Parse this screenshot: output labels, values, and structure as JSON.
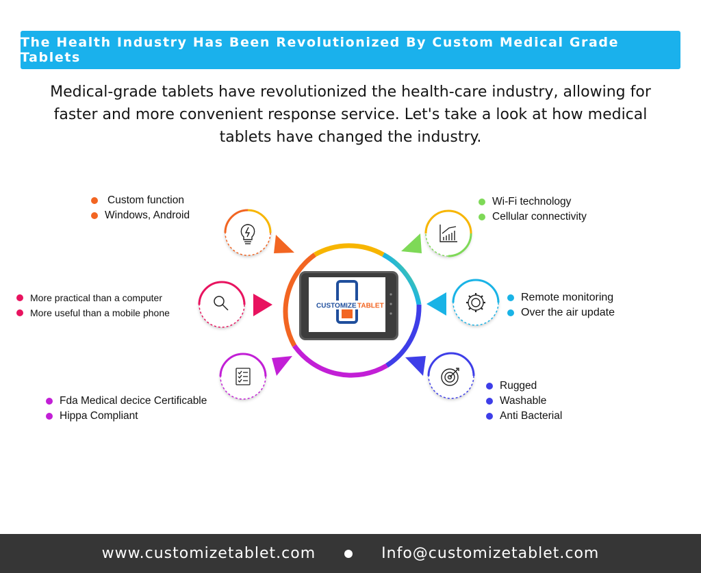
{
  "banner": {
    "title": "The Health Industry Has Been Revolutionized By Custom Medical Grade Tablets"
  },
  "intro": {
    "text": "Medical-grade tablets have revolutionized the health-care industry, allowing for faster and more convenient response service. Let's take a look at how medical tablets have changed the industry."
  },
  "center": {
    "logo_word1": "CUSTOMIZE",
    "logo_word2": "TABLET",
    "colors": {
      "logo_blue": "#1f4e9c",
      "logo_orange": "#f26522",
      "frame": "#555555"
    }
  },
  "nodes": [
    {
      "id": "custom",
      "icon": "lightbulb-icon",
      "color": "#f26522",
      "items": [
        "Custom function",
        "Windows, Android"
      ]
    },
    {
      "id": "wifi",
      "icon": "bar-chart-icon",
      "color": "#7ed957",
      "items": [
        "Wi-Fi technology",
        "Cellular connectivity"
      ]
    },
    {
      "id": "practical",
      "icon": "magnifier-icon",
      "color": "#e8135f",
      "items": [
        "More practical than a computer",
        "More useful than a mobile phone"
      ]
    },
    {
      "id": "remote",
      "icon": "gear-icon",
      "color": "#19b3e6",
      "items": [
        "Remote monitoring",
        "Over the air update"
      ]
    },
    {
      "id": "fda",
      "icon": "checklist-icon",
      "color": "#c21fd6",
      "items": [
        "Fda Medical decice Certificable",
        "Hippa Compliant"
      ]
    },
    {
      "id": "rugged",
      "icon": "target-icon",
      "color": "#3e3ee8",
      "items": [
        "Rugged",
        "Washable",
        "Anti Bacterial"
      ]
    }
  ],
  "footer": {
    "website": "www.customizetablet.com",
    "email": "Info@customizetablet.com"
  }
}
